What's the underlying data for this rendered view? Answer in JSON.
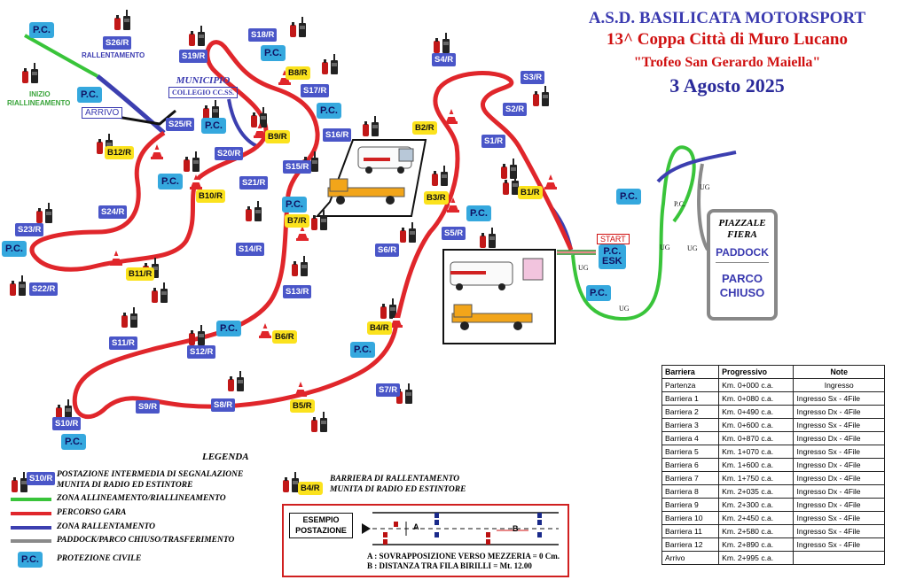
{
  "header": {
    "organizer": "A.S.D. BASILICATA MOTORSPORT",
    "edition": "13^ Coppa Città di Muro Lucano",
    "trophy": "\"Trofeo San Gerardo Maiella\"",
    "date": "3 Agosto 2025"
  },
  "places": {
    "municipio": "MUNICIPIO",
    "collegio": "COLLEGIO CC.SS.",
    "rallentamento": "RALLENTAMENTO",
    "inizio": "INIZIO",
    "riallineamento": "RIALLINEAMENTO",
    "arrivo": "ARRIVO",
    "start": "START",
    "pc_esk_1": "P.C.",
    "pc_esk_2": "ESK",
    "ug": "UG",
    "pc_small": "P.C.",
    "piazzale_1": "PIAZZALE",
    "piazzale_2": "FIERA",
    "paddock": "PADDOCK",
    "parco_1": "PARCO",
    "parco_2": "CHIUSO"
  },
  "posts": [
    "S1/R",
    "S2/R",
    "S3/R",
    "S4/R",
    "S5/R",
    "S6/R",
    "S7/R",
    "S8/R",
    "S9/R",
    "S10/R",
    "S11/R",
    "S12/R",
    "S13/R",
    "S14/R",
    "S15/R",
    "S16/R",
    "S17/R",
    "S18/R",
    "S19/R",
    "S20/R",
    "S21/R",
    "S22/R",
    "S23/R",
    "S24/R",
    "S25/R",
    "S26/R"
  ],
  "barriers": [
    "B1/R",
    "B2/R",
    "B3/R",
    "B4/R",
    "B5/R",
    "B6/R",
    "B7/R",
    "B8/R",
    "B9/R",
    "B10/R",
    "B11/R",
    "B12/R"
  ],
  "pc_label": "P.C.",
  "legend": {
    "title": "LEGENDA",
    "post_sample": "S10/R",
    "post_1": "POSTAZIONE INTERMEDIA DI SEGNALAZIONE",
    "post_2": "MUNITA DI RADIO ED ESTINTORE",
    "barrier_sample": "B4/R",
    "barrier_1": "BARRIERA DI RALLENTAMENTO",
    "barrier_2": "MUNITA DI RADIO ED ESTINTORE",
    "green": "ZONA ALLINEAMENTO/RIALLINEAMENTO",
    "red": "PERCORSO GARA",
    "blue": "ZONA RALLENTAMENTO",
    "grey": "PADDOCK/PARCO CHIUSO/TRASFERIMENTO",
    "pc_sample": "P.C.",
    "pc": "PROTEZIONE CIVILE",
    "colors": {
      "green": "#39c43a",
      "red": "#e0262b",
      "blue": "#3c3fb0",
      "grey": "#8a8a8a"
    }
  },
  "example": {
    "title_1": "ESEMPIO",
    "title_2": "POSTAZIONE",
    "a": "A",
    "b": "B",
    "note_a": "A : SOVRAPPOSIZIONE VERSO MEZZERIA = 0 Cm.",
    "note_b": "B : DISTANZA TRA FILA BIRILLI = Mt. 12.00"
  },
  "table": {
    "headers": [
      "Barriera",
      "Progressivo",
      "Note"
    ],
    "rows": [
      [
        "Partenza",
        "Km. 0+000 c.a.",
        "Ingresso"
      ],
      [
        "Barriera 1",
        "Km. 0+080 c.a.",
        "Ingresso Sx - 4File"
      ],
      [
        "Barriera 2",
        "Km. 0+490 c.a.",
        "Ingresso Dx - 4File"
      ],
      [
        "Barriera 3",
        "Km. 0+600 c.a.",
        "Ingresso Sx - 4File"
      ],
      [
        "Barriera 4",
        "Km. 0+870 c.a.",
        "Ingresso Dx - 4File"
      ],
      [
        "Barriera 5",
        "Km. 1+070 c.a.",
        "Ingresso Sx - 4File"
      ],
      [
        "Barriera 6",
        "Km. 1+600 c.a.",
        "Ingresso Dx - 4File"
      ],
      [
        "Barriera 7",
        "Km. 1+750 c.a.",
        "Ingresso Dx - 4File"
      ],
      [
        "Barriera 8",
        "Km. 2+035 c.a.",
        "Ingresso Dx - 4File"
      ],
      [
        "Barriera 9",
        "Km. 2+300 c.a.",
        "Ingresso Dx - 4File"
      ],
      [
        "Barriera 10",
        "Km. 2+450 c.a.",
        "Ingresso Sx - 4File"
      ],
      [
        "Barriera 11",
        "Km. 2+580 c.a.",
        "Ingresso Sx - 4File"
      ],
      [
        "Barriera 12",
        "Km. 2+890 c.a.",
        "Ingresso Sx - 4File"
      ],
      [
        "Arrivo",
        "Km. 2+995 c.a.",
        ""
      ]
    ]
  }
}
